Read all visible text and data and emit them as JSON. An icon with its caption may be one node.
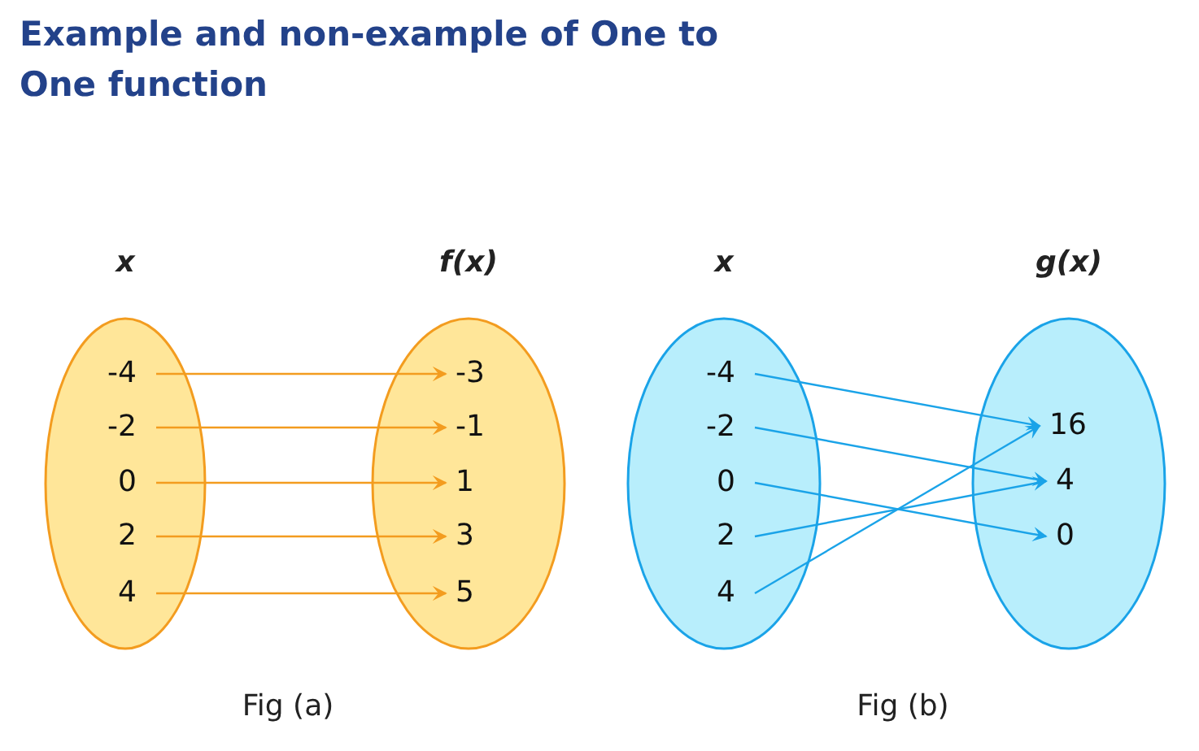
{
  "diagram": {
    "title": "Example and non-example of One to One function",
    "nodes": [
      {
        "text": [
          "x"
        ]
      },
      {
        "text": [
          "-4"
        ],
        "in": 0
      },
      {
        "text": [
          "-2"
        ],
        "in": 0
      },
      {
        "text": [
          "0"
        ],
        "in": 0
      },
      {
        "text": [
          "2"
        ],
        "in": 0
      },
      {
        "text": [
          "4"
        ],
        "in": 0
      },
      {
        "text": [
          "f(x)"
        ]
      },
      {
        "text": [
          "-3"
        ],
        "in": 6
      },
      {
        "text": [
          "-1"
        ],
        "in": 6
      },
      {
        "text": [
          "1"
        ],
        "in": 6
      },
      {
        "text": [
          "3"
        ],
        "in": 6
      },
      {
        "text": [
          "5"
        ],
        "in": 6
      },
      {
        "text": [
          "x"
        ]
      },
      {
        "text": [
          "-4"
        ],
        "in": 12
      },
      {
        "text": [
          "-2"
        ],
        "in": 12
      },
      {
        "text": [
          "0"
        ],
        "in": 12
      },
      {
        "text": [
          "2"
        ],
        "in": 12
      },
      {
        "text": [
          "4"
        ],
        "in": 12
      },
      {
        "text": [
          "g(x)"
        ]
      },
      {
        "text": [
          "16"
        ],
        "in": 18
      },
      {
        "text": [
          "4"
        ],
        "in": 18
      },
      {
        "text": [
          "0"
        ],
        "in": 18
      }
    ],
    "edges": [
      {
        "from": 1,
        "to": 7,
        "arrow": "to",
        "color": "#f39c1f"
      },
      {
        "from": 2,
        "to": 8,
        "arrow": "to",
        "color": "#f39c1f"
      },
      {
        "from": 3,
        "to": 9,
        "arrow": "to",
        "color": "#f39c1f"
      },
      {
        "from": 4,
        "to": 10,
        "arrow": "to",
        "color": "#f39c1f"
      },
      {
        "from": 5,
        "to": 11,
        "arrow": "to",
        "color": "#f39c1f"
      },
      {
        "from": 13,
        "to": 19,
        "arrow": "to",
        "color": "#1aa3e8"
      },
      {
        "from": 14,
        "to": 20,
        "arrow": "to",
        "color": "#1aa3e8"
      },
      {
        "from": 15,
        "to": 21,
        "arrow": "to",
        "color": "#1aa3e8"
      },
      {
        "from": 16,
        "to": 20,
        "arrow": "to",
        "color": "#1aa3e8"
      },
      {
        "from": 17,
        "to": 19,
        "arrow": "to",
        "color": "#1aa3e8"
      }
    ],
    "labels": [
      "Fig (a)",
      "Fig (b)"
    ]
  }
}
